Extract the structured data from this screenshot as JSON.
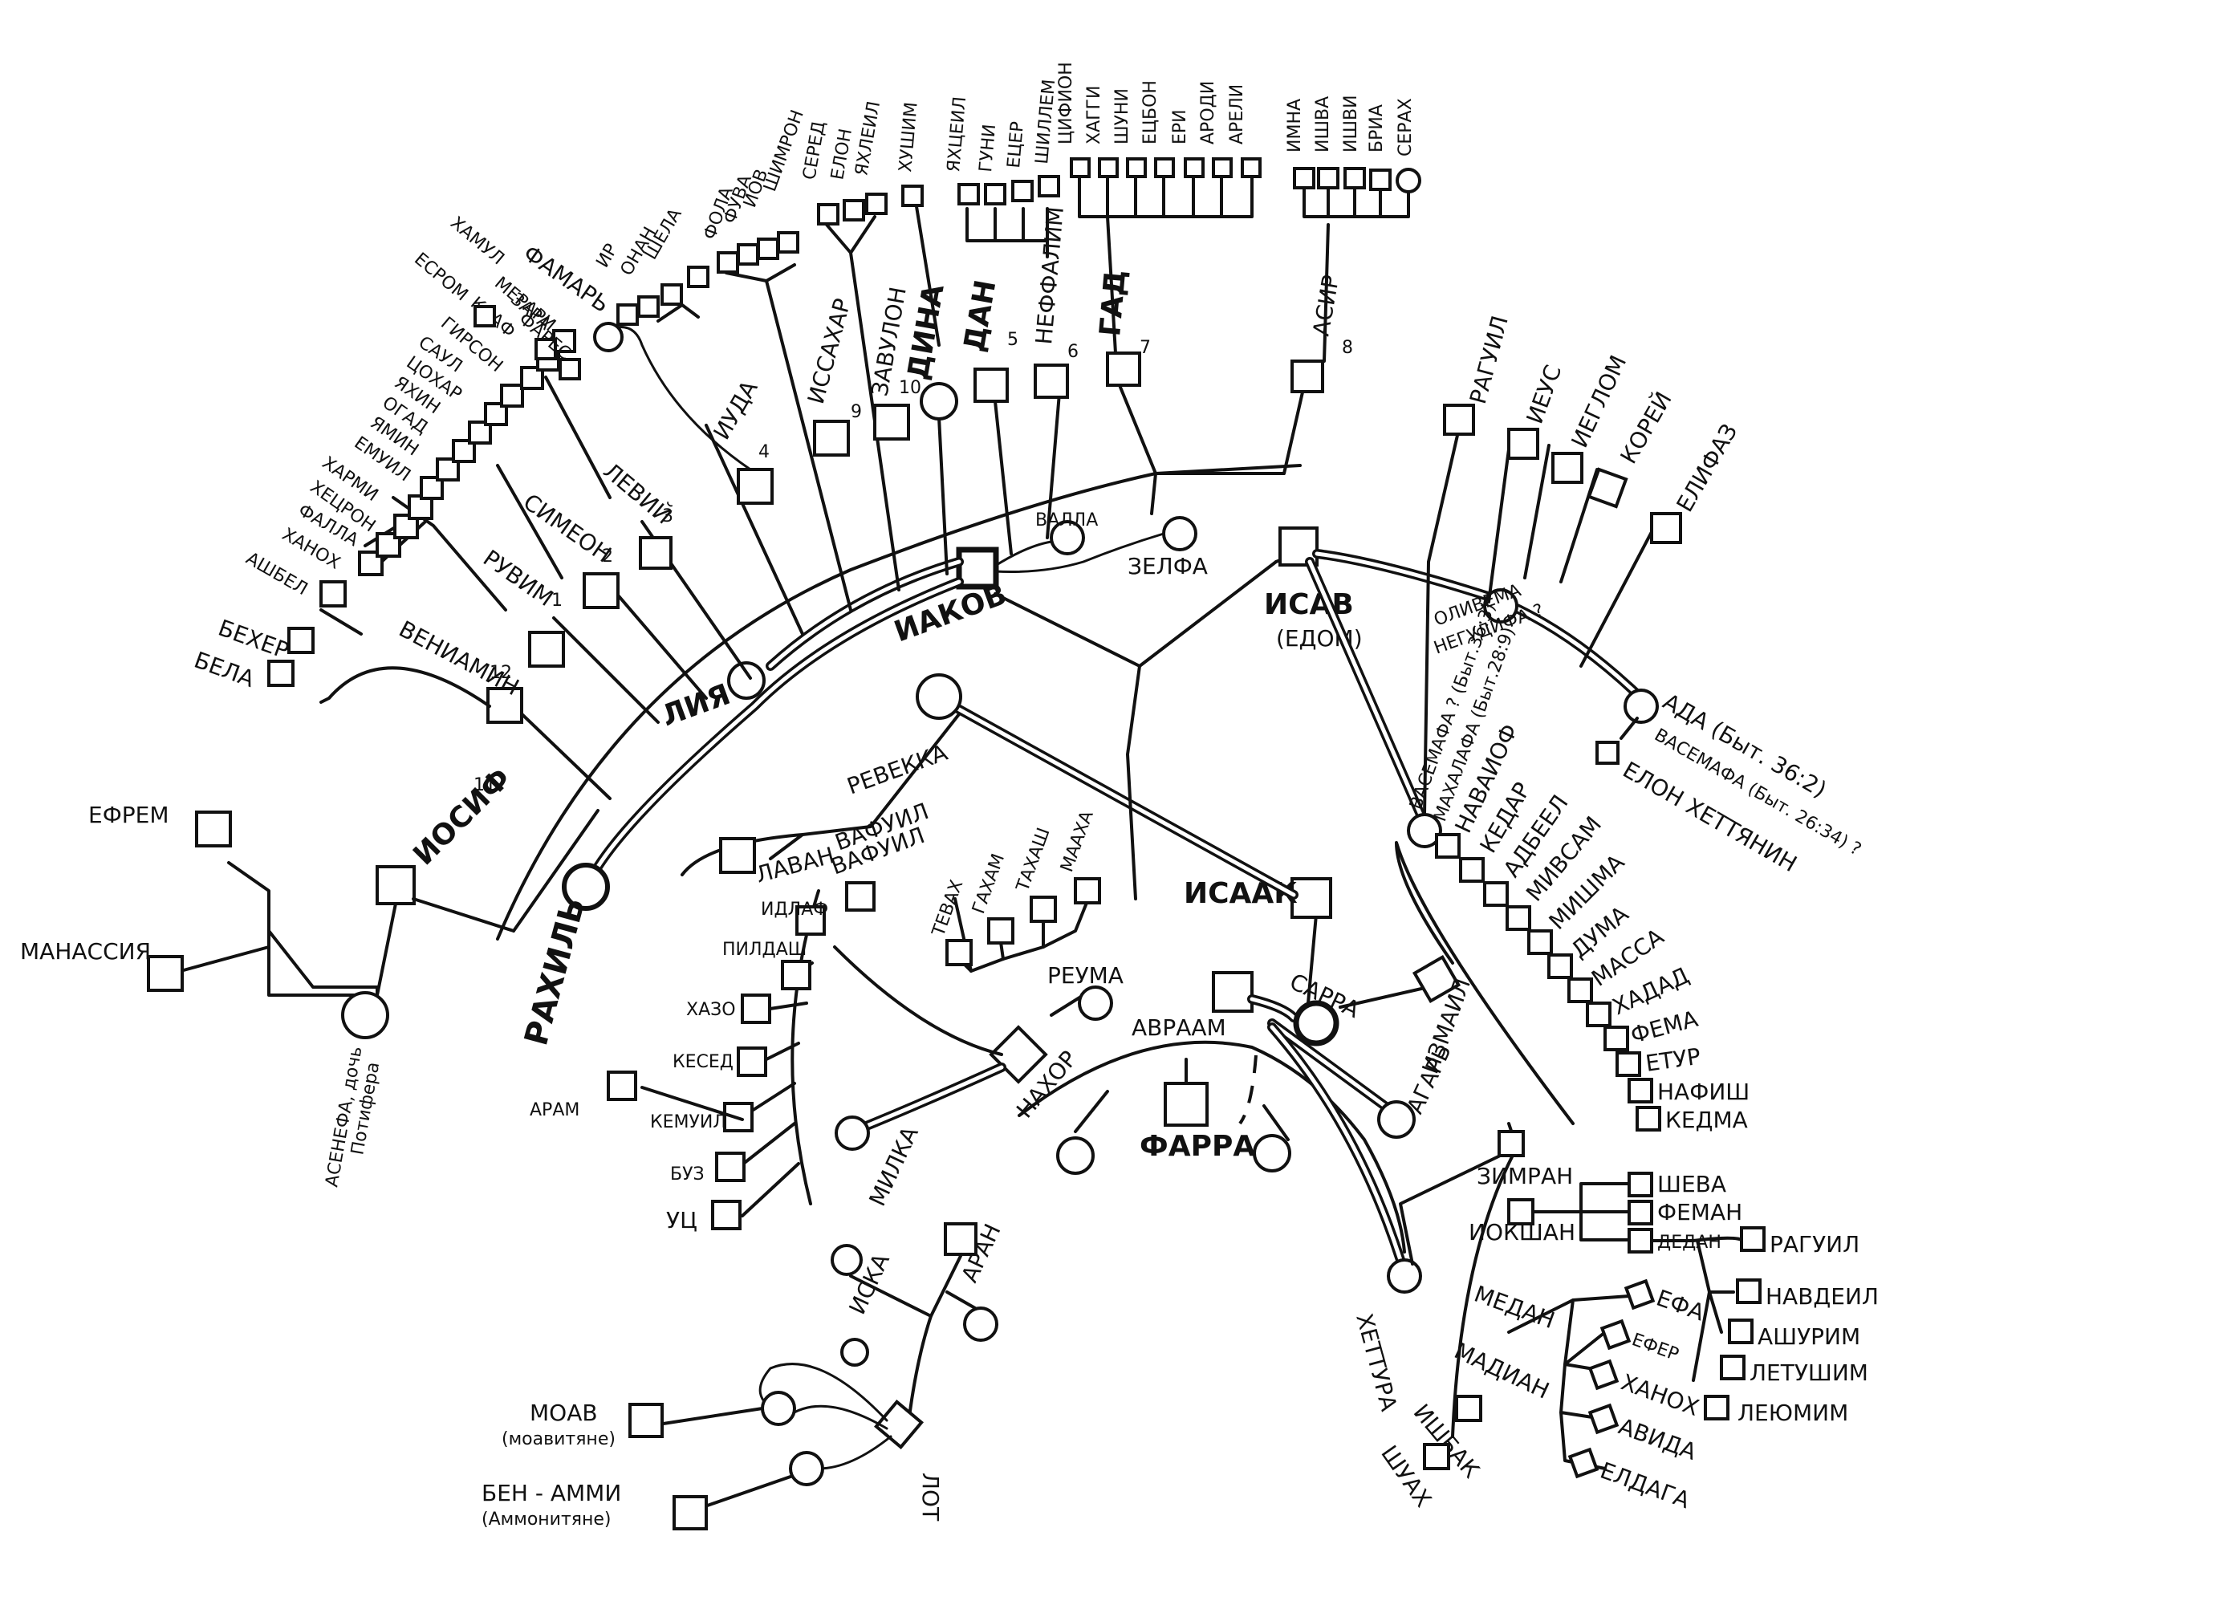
{
  "chart": {
    "founders": {
      "farra": "ФАРРА",
      "avraam": "АВРААМ",
      "sarra": "САРРА",
      "agar": "АГАРЬ",
      "kettura": "ХЕТТУРА",
      "nakhor": "НАХОР",
      "milka": "МИЛКА",
      "aran": "АРАН",
      "iska": "ИСКА",
      "lot": "ЛОТ"
    },
    "isaac_line": {
      "isaak": "ИСААК",
      "revekka": "РЕВЕККА",
      "iakov": "ИАКОВ",
      "isav": "ИСАВ",
      "edom": "(ЕДОМ)",
      "liya": "ЛИЯ",
      "rakhil": "РАХИЛЬ",
      "valla": "ВАЛЛА",
      "zelfa": "ЗЕЛФА",
      "lavan": "ЛАВАН",
      "vafuil": "ВАФУИЛ",
      "reuma": "РЕУМА"
    },
    "jacob_sons": {
      "ruvim": "РУВИМ",
      "simeon": "СИМЕОН",
      "leviy": "ЛЕВИЙ",
      "iuda": "ИУДА",
      "issakhar": "ИССАХАР",
      "zavulon": "ЗАВУЛОН",
      "dina": "ДИНА",
      "dan": "ДАН",
      "neffalim": "НЕФФАЛИМ",
      "gad": "ГАД",
      "asir": "АСИР",
      "iosif": "ИОСИФ",
      "veniamin": "ВЕНИАМИН"
    },
    "jacob_sons_marks": {
      "ruvim": "1",
      "simeon": "2",
      "leviy": "3",
      "iuda": "4",
      "dan": "5",
      "neffalim": "6",
      "gad": "7",
      "asir": "8",
      "issakhar": "9",
      "zavulon": "10",
      "iosif": "11",
      "veniamin": "12"
    },
    "joseph_family": {
      "efrem": "ЕФРЕМ",
      "manassiya": "МАНАССИЯ",
      "asenefa": "АСЕНЕФА, дочь",
      "asenefa2": "Потифера"
    },
    "benjamin_sons": [
      "БЕЛА",
      "БЕХЕР",
      "АШБЕЛ"
    ],
    "ruben_sons": [
      "ХАНОХ",
      "ФАЛЛА",
      "ХЕЦРОН",
      "ХАРМИ"
    ],
    "simeon_sons": [
      "ЕМУИЛ",
      "ЯМИН",
      "ОГАД",
      "ЯХИН",
      "ЦОХАР",
      "САУЛ"
    ],
    "levi_sons": [
      "ГИРСОН",
      "КААФ",
      "МЕРАРИ"
    ],
    "judah_family": {
      "sons": [
        "ИР",
        "ОНАН",
        "ШЕЛА",
        "ФАРЕС",
        "ЗАРА"
      ],
      "famar": "ФАМАРЬ",
      "esrom": "ЕСРОМ",
      "khamul": "ХАМУЛ"
    },
    "issachar_sons": [
      "ФОЛА",
      "ФУВА",
      "ИОВ",
      "ШИМРОН"
    ],
    "zebulun_sons": [
      "СЕРЕД",
      "ЕЛОН",
      "ЯХЛЕИЛ"
    ],
    "dan_sons": [
      "ХУШИМ"
    ],
    "naphtali_sons": [
      "ЯХЦЕИЛ",
      "ГУНИ",
      "ЕЦЕР",
      "ШИЛЛЕМ"
    ],
    "gad_sons": [
      "ЦИФИОН",
      "ХАГГИ",
      "ШУНИ",
      "ЕЦБОН",
      "ЕРИ",
      "АРОДИ",
      "АРЕЛИ"
    ],
    "asher_sons": [
      "ИМНА",
      "ИШВА",
      "ИШВИ",
      "БРИА",
      "СЕРАХ"
    ],
    "esau_family": {
      "wives": [
        "ОЛИВЕМА",
        "НЕГУДИФА ?",
        "ВАСЕМАФА ? (Быт.36:3)",
        "МАХАЛАФА (Быт.28:9)",
        "АДА (Быт. 36:2)",
        "ВАСЕМАФА (Быт. 26:34) ?"
      ],
      "elon": "ЕЛОН ХЕТТЯНИН",
      "sons": [
        "РАГУИЛ",
        "ИЕУС",
        "ИЕГЛОМ",
        "КОРЕЙ",
        "ЕЛИФАЗ"
      ]
    },
    "ishmael": {
      "name": "ИЗМАИЛ",
      "sons": [
        "НАВАИОФ",
        "КЕДАР",
        "АДБЕЕЛ",
        "МИВСАМ",
        "МИШМА",
        "ДУМА",
        "МАССА",
        "ХАДАД",
        "ФЕМА",
        "ЕТУР",
        "НАФИШ",
        "КЕДМА"
      ]
    },
    "keturah_line": {
      "sons": [
        "ЗИМРАН",
        "ИОКШАН",
        "МЕДАН",
        "МАДИАН",
        "ИШБАК",
        "ШУАХ"
      ],
      "jokshan_sons": [
        "ШЕВА",
        "ФЕМАН",
        "ДЕДАН"
      ],
      "dedan_sons": [
        "РАГУИЛ",
        "НАВДЕИЛ",
        "АШУРИМ",
        "ЛЕТУШИМ",
        "ЛЕЮМИМ"
      ],
      "midian_sons": [
        "ЕФА",
        "ЕФЕР",
        "ХАНОХ",
        "АВИДА",
        "ЕЛДАГА"
      ]
    },
    "nahor_sons": [
      "УЦ",
      "БУЗ",
      "КЕМУИЛ",
      "КЕСЕД",
      "ХАЗО",
      "ПИЛДАШ",
      "ИДЛАФ",
      "ВАФУИЛ"
    ],
    "aram": "АРАМ",
    "reumah_sons": [
      "ТЕВАХ",
      "ГАХАМ",
      "ТАХАШ",
      "МААХА"
    ],
    "lot_line": {
      "moab": "МОАВ",
      "moab_people": "(моавитяне)",
      "benammi": "БЕН - АММИ",
      "ammon_people": "(Аммонитяне)"
    },
    "colors": {
      "ink": "#111111",
      "paper": "#ffffff"
    }
  }
}
